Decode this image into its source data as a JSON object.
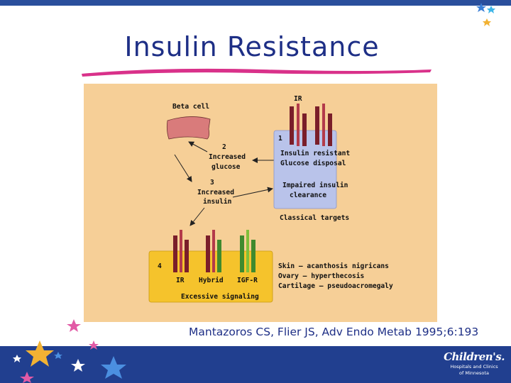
{
  "slide": {
    "title": "Insulin Resistance",
    "citation": "Mantazoros CS, Flier JS, Adv Endo Metab 1995;6:193"
  },
  "colors": {
    "top_bar": "#2a4f9c",
    "title": "#1e2f86",
    "underline": "#d9318a",
    "figure_bg": "#f6cf97",
    "ir_box": "#b9c3ea",
    "signal_box": "#f5c32c",
    "beta_cell": "#d97b7b",
    "receptor_ir": "#7a1e2a",
    "receptor_igf": "#3f8a2e",
    "footer": "#213f8f"
  },
  "figure": {
    "beta_cell_label": "Beta cell",
    "ir_top_label": "IR",
    "step2": {
      "number": "2",
      "line1": "Increased",
      "line2": "glucose"
    },
    "step3": {
      "number": "3",
      "line1": "Increased",
      "line2": "insulin"
    },
    "classical_box": {
      "number": "1",
      "line1": "Insulin resistant",
      "line2": "Glucose disposal",
      "line3": "Impaired insulin",
      "line4": "clearance",
      "caption": "Classical targets"
    },
    "signal_box": {
      "number": "4",
      "receptors": [
        "IR",
        "Hybrid",
        "IGF-R"
      ],
      "caption": "Excessive signaling"
    },
    "targets": [
      "Skin — acanthosis nigricans",
      "Ovary — hyperthecosis",
      "Cartilage — pseudoacromegaly"
    ]
  },
  "logo": {
    "name": "Children's.",
    "line1": "Hospitals and Clinics",
    "line2": "of Minnesota"
  }
}
